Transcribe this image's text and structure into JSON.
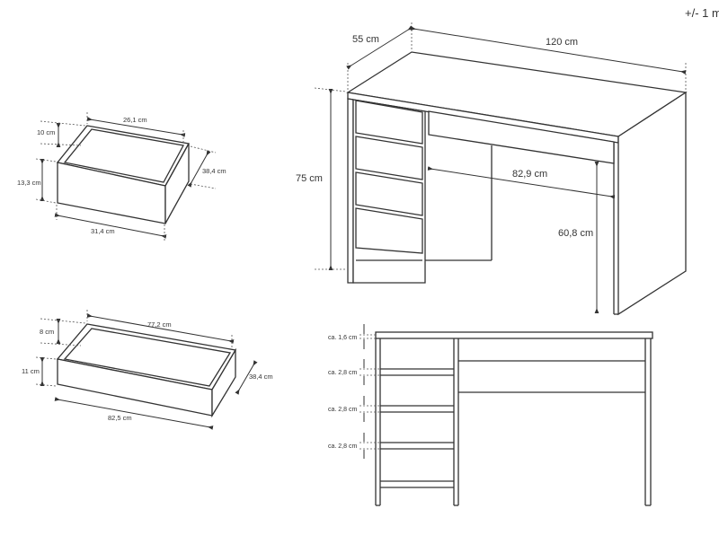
{
  "tolerance_note": "+/- 1 m",
  "desk_3d": {
    "depth": "55 cm",
    "width": "120 cm",
    "height": "75 cm",
    "legroom_width": "82,9 cm",
    "legroom_height": "60,8 cm"
  },
  "small_drawer": {
    "inner_width": "26,1 cm",
    "inner_height": "10 cm",
    "front_height": "13,3 cm",
    "depth": "38,4 cm",
    "front_width": "31,4 cm"
  },
  "large_drawer": {
    "inner_width": "77,2 cm",
    "inner_height": "8 cm",
    "front_height": "11 cm",
    "depth": "38,4 cm",
    "front_width": "82,5 cm"
  },
  "front_view": {
    "gaps": [
      "ca. 1,6 cm",
      "ca. 2,8 cm",
      "ca. 2,8 cm",
      "ca. 2,8 cm"
    ]
  }
}
